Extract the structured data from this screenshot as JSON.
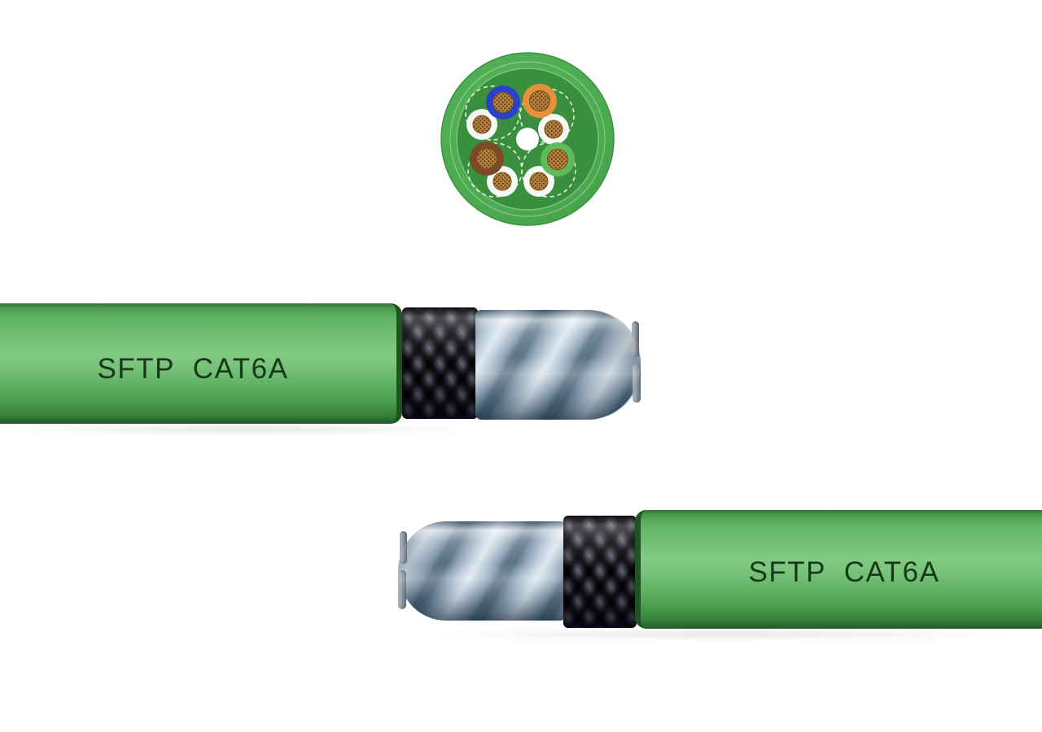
{
  "page": {
    "description": "Product render of SFTP CAT6A shielded ethernet cable: cross-section diagram and two stripped cable segments"
  },
  "cross_section": {
    "name": "cat6a-cross-section-diagram",
    "center_filler": "white",
    "pairs": [
      {
        "name": "blue-pair"
      },
      {
        "name": "orange-pair"
      },
      {
        "name": "brown-pair"
      },
      {
        "name": "green-pair"
      }
    ]
  },
  "cables": {
    "top": {
      "print_label": "SFTP  CAT6A",
      "orientation": "jacket-left-exposed-right"
    },
    "bottom": {
      "print_label": "SFTP  CAT6A",
      "orientation": "exposed-left-jacket-right"
    }
  },
  "colors": {
    "background": "#ffffff",
    "jacket-green": "#4caa50",
    "jacket-light": "#82ca84",
    "jacket-dark": "#2a6c2f",
    "jacket-edge": "#1d5422",
    "inner-green": "#3a8f3e",
    "ring-light": "#8fd092",
    "print-text": "#163a19",
    "pair-blue": "#2b41cc",
    "pair-orange": "#e5913c",
    "pair-brown": "#7c4a28",
    "pair-green": "#5dbb5a",
    "wire-white": "#f6f9f4",
    "copper": "#b5823f",
    "copper-dot": "#57350f",
    "braid-highlight": "#aeaeb8",
    "braid-shadow": "#1e1e24",
    "bundle-highlight": "#dde7ee",
    "bundle-mid": "#a3b8c7",
    "bundle-shadow": "#5c7487"
  }
}
